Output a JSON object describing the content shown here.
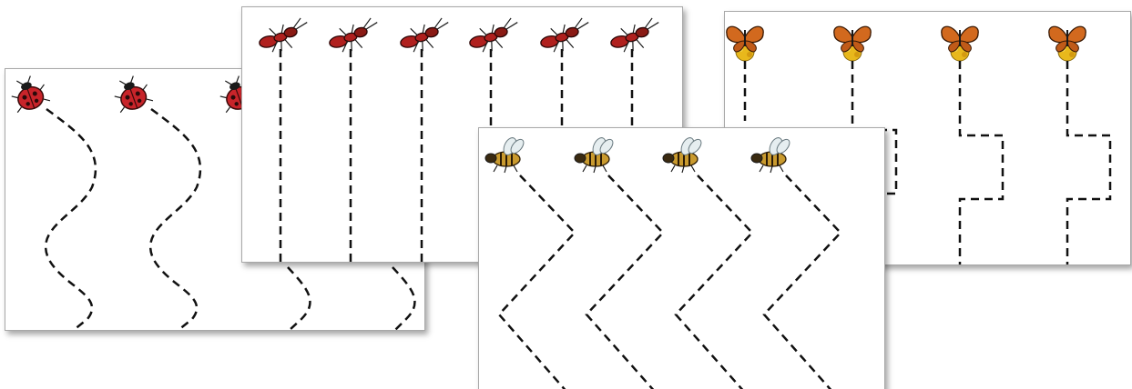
{
  "sheets": [
    {
      "id": "ladybug-sheet",
      "icon": "ladybug-icon",
      "path_style": "wavy",
      "visible_lines": 4,
      "colors": {
        "insect": "#c8242a"
      }
    },
    {
      "id": "ant-sheet",
      "icon": "ant-icon",
      "path_style": "straight",
      "visible_lines": 6,
      "colors": {
        "insect": "#b0201e"
      }
    },
    {
      "id": "butterfly-sheet",
      "icon": "butterfly-icon",
      "path_style": "steps",
      "visible_lines": 4,
      "colors": {
        "insect": "#d2691e",
        "flower": "#e8b81c"
      }
    },
    {
      "id": "bee-sheet",
      "icon": "bee-icon",
      "path_style": "zigzag",
      "visible_lines": 4,
      "colors": {
        "insect": "#c99a2e"
      }
    }
  ],
  "colors": {
    "dashed_line": "#111111",
    "sheet_border": "#a8a8a8",
    "background": "#ffffff"
  }
}
